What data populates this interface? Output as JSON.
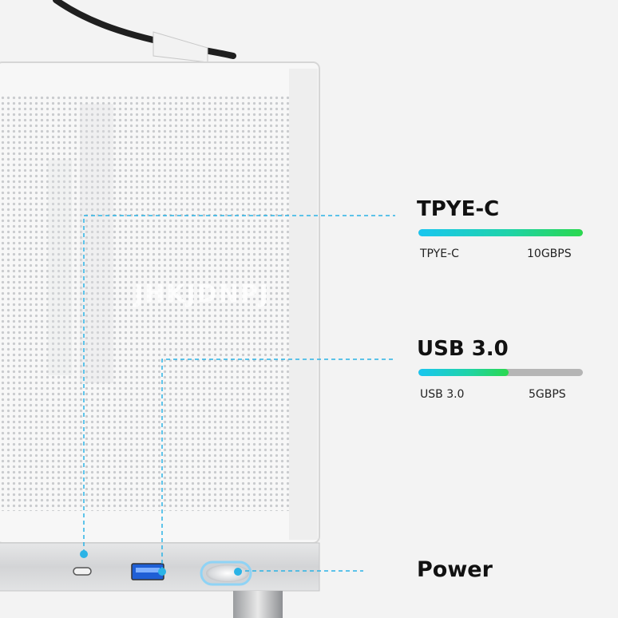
{
  "watermark": "JHKJDNPJ",
  "callouts": [
    {
      "id": "type-c",
      "title": "TPYE-C",
      "port_label": "TPYE-C",
      "speed_label": "10GBPS",
      "speed_fraction": 1.0
    },
    {
      "id": "usb3",
      "title": "USB 3.0",
      "port_label": "USB 3.0",
      "speed_label": "5GBPS",
      "speed_fraction": 0.55
    }
  ],
  "power": {
    "title": "Power"
  },
  "colors": {
    "background": "#f3f3f3",
    "case_white": "#f7f7f7",
    "panel_grey": "#d9dadc",
    "leader_line": "#2bb3e6",
    "bar_track": "#b5b5b5",
    "bar_start": "#19c6f0",
    "bar_end": "#2bd84f",
    "usb_port": "#1f5fd6"
  },
  "icons": {
    "typec": "usb-c-port-icon",
    "usb": "usb-a-port-icon",
    "power": "power-button-icon"
  }
}
